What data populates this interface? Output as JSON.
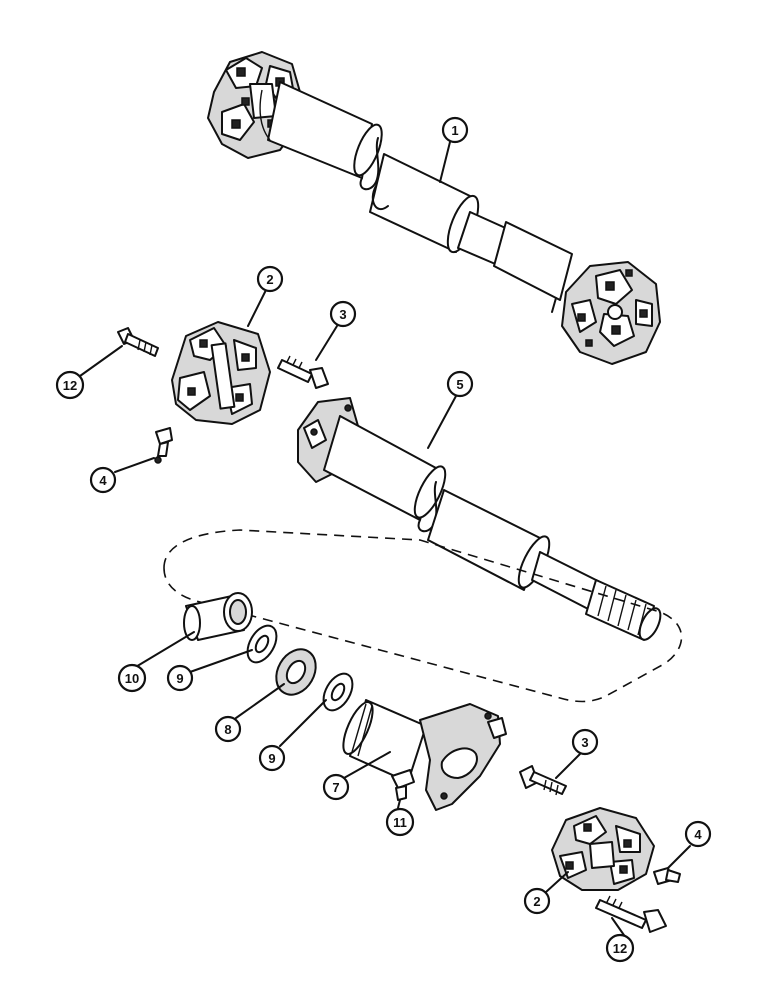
{
  "callouts": [
    {
      "label": "1"
    },
    {
      "label": "2"
    },
    {
      "label": "3"
    },
    {
      "label": "12"
    },
    {
      "label": "4"
    },
    {
      "label": "5"
    },
    {
      "label": "10"
    },
    {
      "label": "9"
    },
    {
      "label": "8"
    },
    {
      "label": "9"
    },
    {
      "label": "7"
    },
    {
      "label": "11"
    },
    {
      "label": "3"
    },
    {
      "label": "4"
    },
    {
      "label": "2"
    },
    {
      "label": "12"
    }
  ]
}
